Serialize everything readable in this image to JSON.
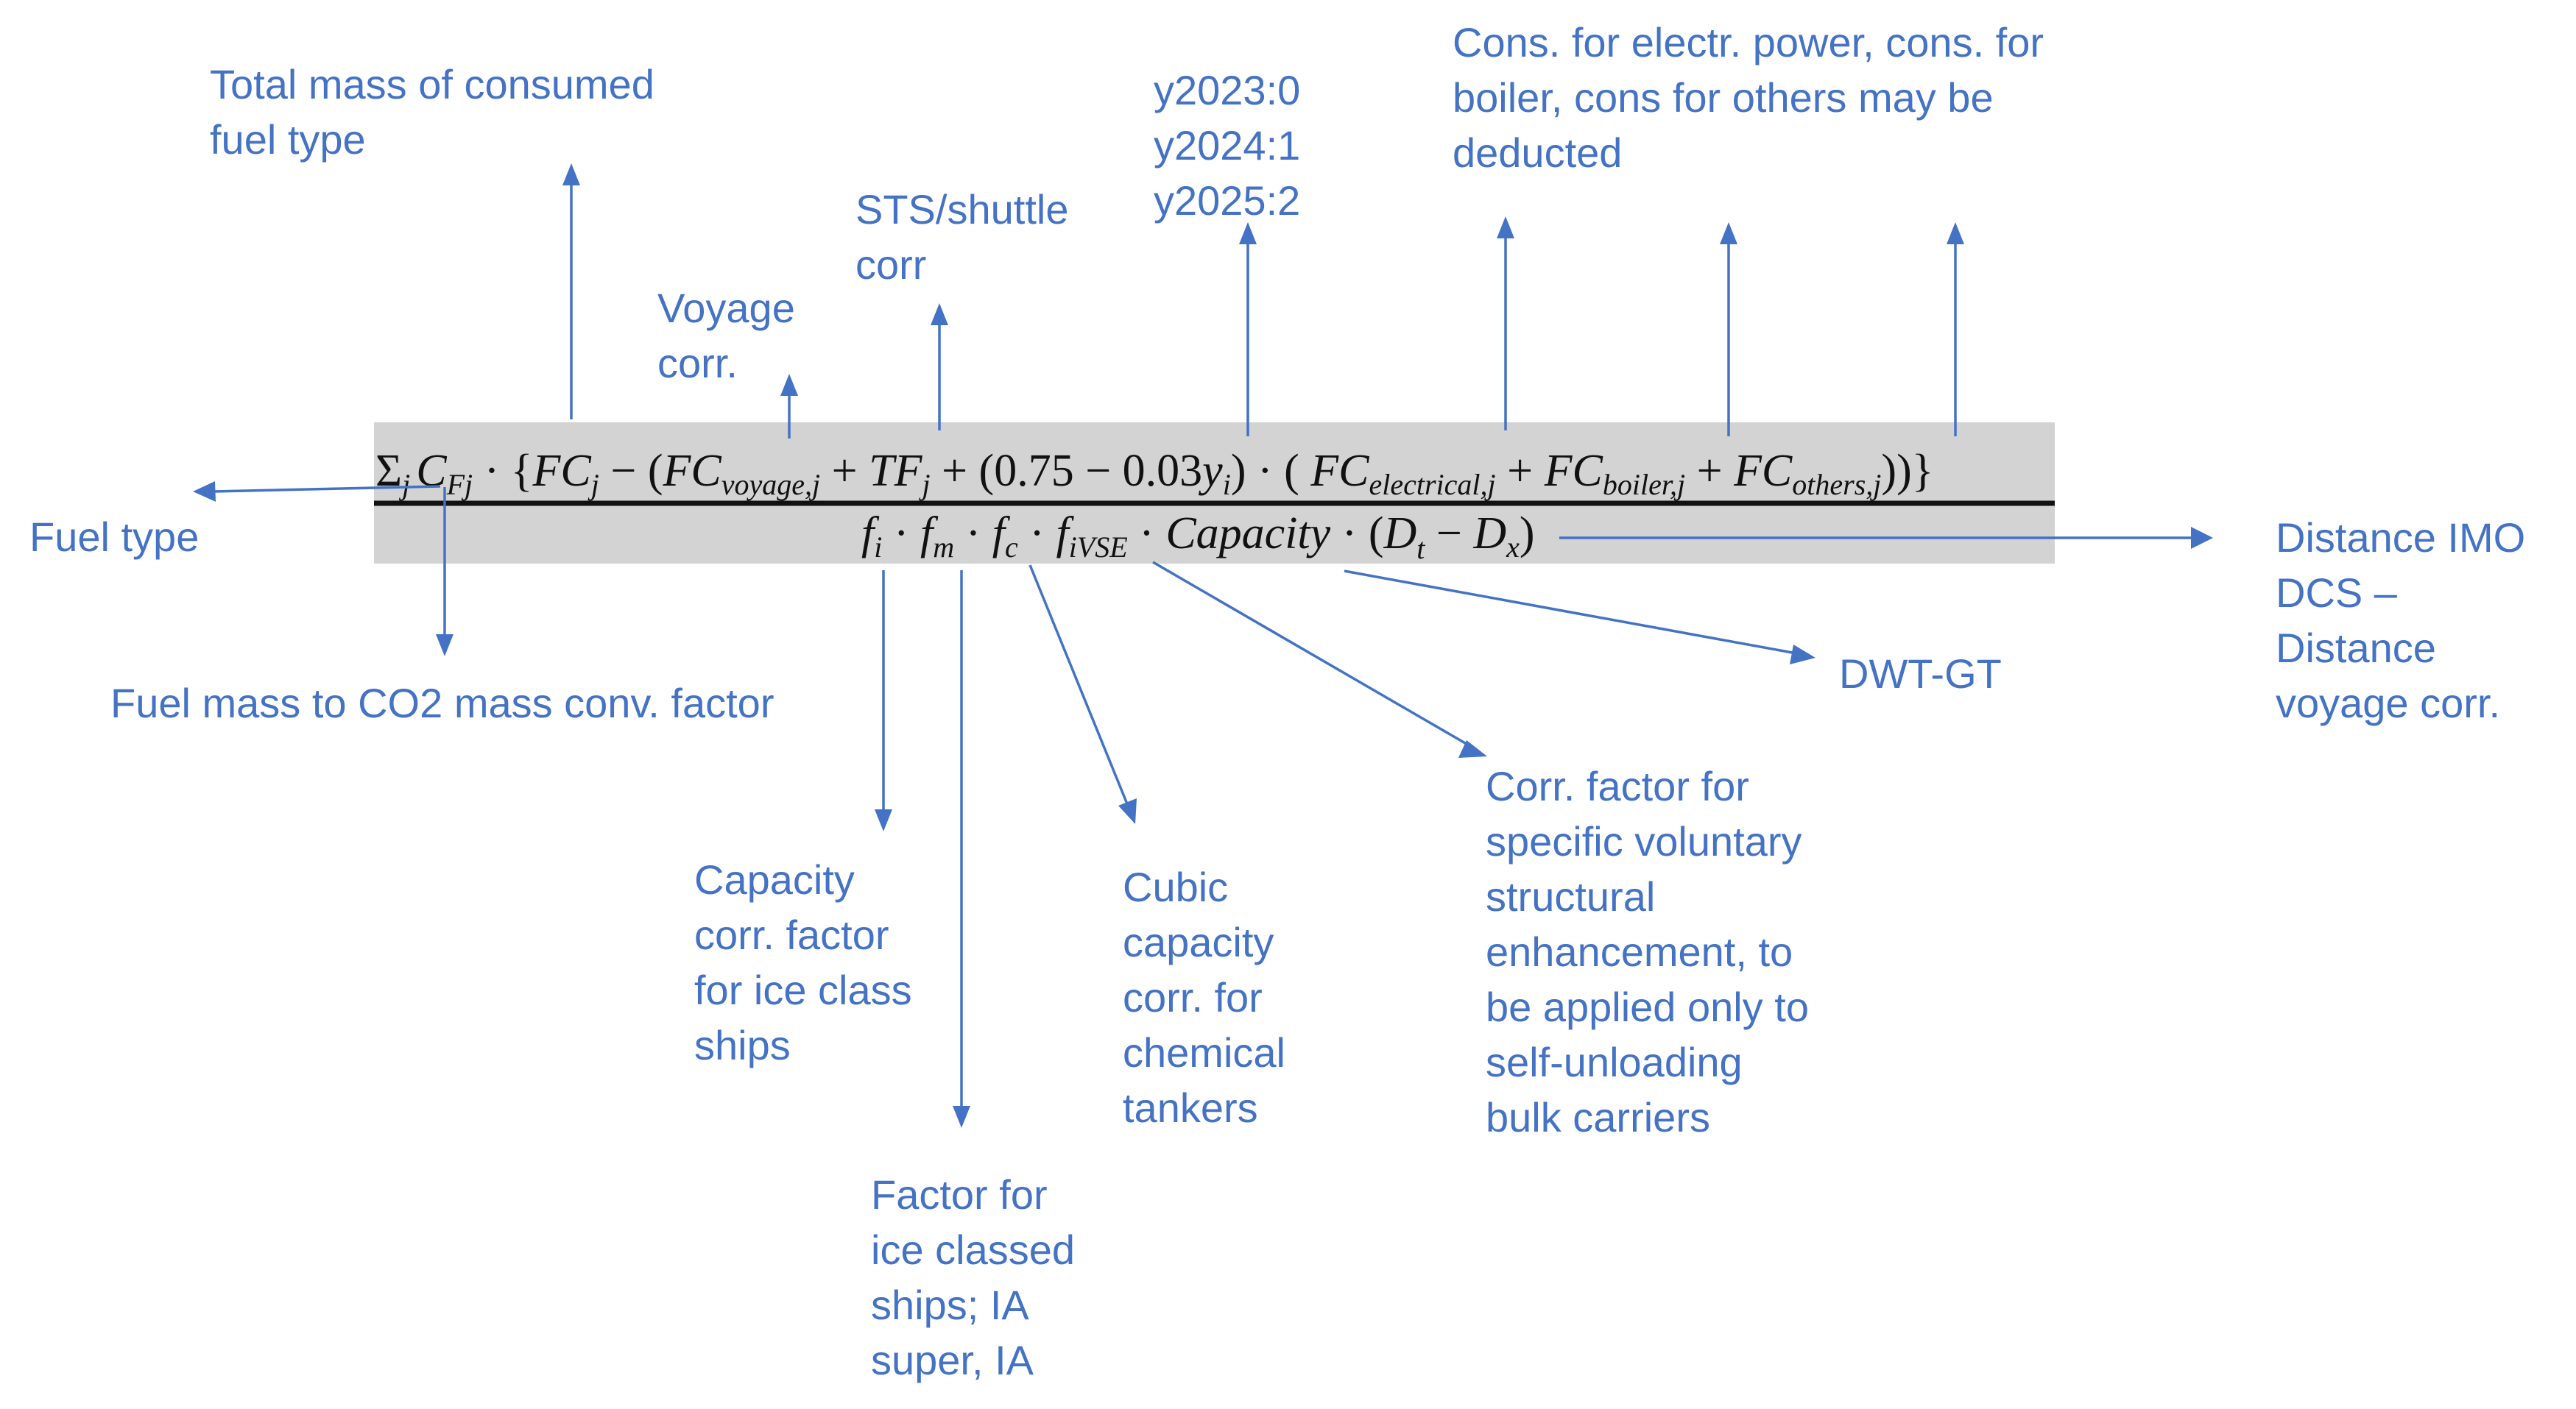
{
  "formula": {
    "numerator_parts": [
      "Σ",
      "j",
      "C",
      "Fj",
      " · {",
      "FC",
      "j",
      " − (",
      "FC",
      "voyage,j",
      " + ",
      "TF",
      "j",
      " + (0.75 − 0.03",
      "y",
      "i",
      ") · ( ",
      "FC",
      "electrical,j",
      " + ",
      "FC",
      "boiler,j",
      " + ",
      "FC",
      "others,j",
      "))}"
    ],
    "denominator_parts": [
      "f",
      "i",
      " · ",
      "f",
      "m",
      " · ",
      "f",
      "c",
      " · ",
      "f",
      "iVSE",
      " · ",
      "Capacity",
      " · (",
      "D",
      "t",
      " − ",
      "D",
      "x",
      ")"
    ]
  },
  "annotations": {
    "total_mass": [
      "Total mass of consumed",
      "fuel type"
    ],
    "voyage_corr": [
      "Voyage",
      "corr."
    ],
    "sts_corr": [
      "STS/shuttle",
      "corr"
    ],
    "year_factor": [
      "y2023:0",
      "y2024:1",
      "y2025:2"
    ],
    "cons_deducted": [
      "Cons. for electr. power, cons. for",
      "boiler, cons for others may be",
      "deducted"
    ],
    "fuel_type": [
      "Fuel type"
    ],
    "conv_factor": [
      "Fuel mass to CO2 mass conv. factor"
    ],
    "distance": [
      "Distance IMO",
      "DCS –",
      "Distance",
      "voyage corr."
    ],
    "dwt_gt": [
      "DWT-GT"
    ],
    "capacity_ice": [
      "Capacity",
      "corr. factor",
      "for ice class",
      "ships"
    ],
    "factor_ice": [
      "Factor for",
      "ice classed",
      "ships; IA",
      "super, IA"
    ],
    "cubic_capacity": [
      "Cubic",
      "capacity",
      "corr. for",
      "chemical",
      "tankers"
    ],
    "ivse": [
      "Corr. factor for",
      "specific voluntary",
      "structural",
      "enhancement, to",
      "be applied only to",
      "self-unloading",
      "bulk carriers"
    ]
  },
  "colors": {
    "annotation": "#4472C4",
    "formula_background": "#D3D3D3",
    "formula_text": "#111111"
  }
}
